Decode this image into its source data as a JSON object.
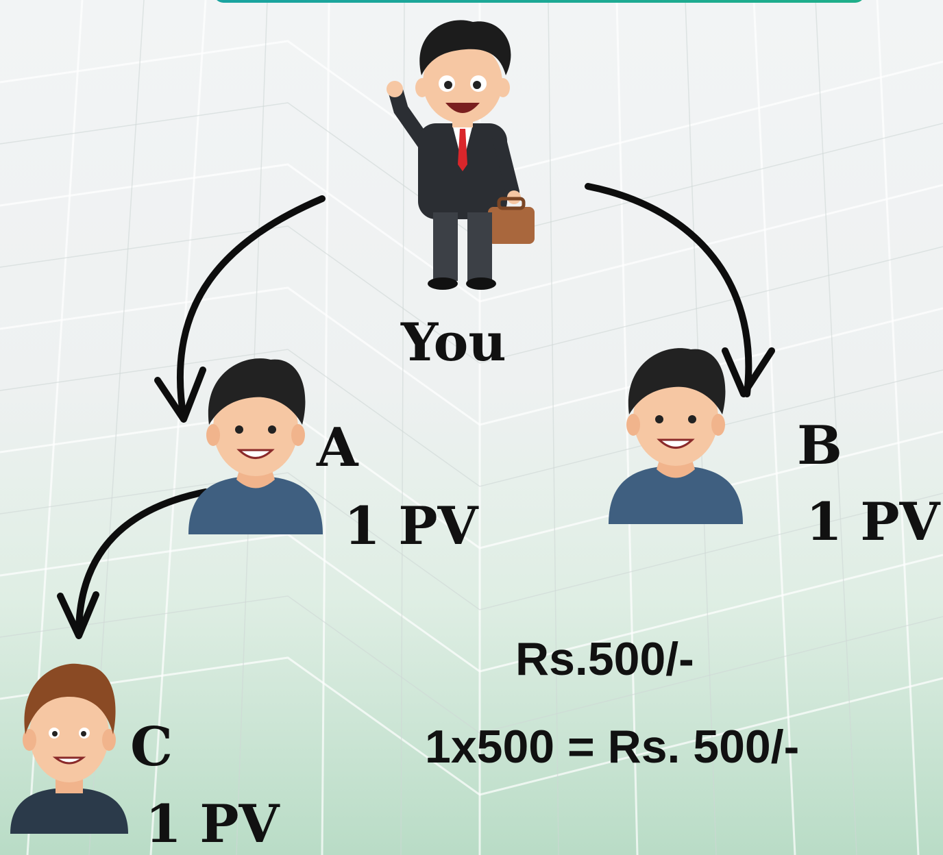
{
  "nodes": {
    "you": {
      "name": "You"
    },
    "a": {
      "name": "A",
      "pv": "1 PV"
    },
    "b": {
      "name": "B",
      "pv": "1 PV"
    },
    "c": {
      "name": "C",
      "pv": "1 PV"
    }
  },
  "calculation": {
    "rate": "Rs.500/-",
    "formula": "1x500 = Rs. 500/-"
  },
  "colors": {
    "shirt": "#3f5f80",
    "skin": "#f6c7a3",
    "hair": "#222222",
    "accent": "#1aa3a0"
  },
  "icons": [
    "businessman-icon",
    "person-icon",
    "arrow-icon"
  ]
}
